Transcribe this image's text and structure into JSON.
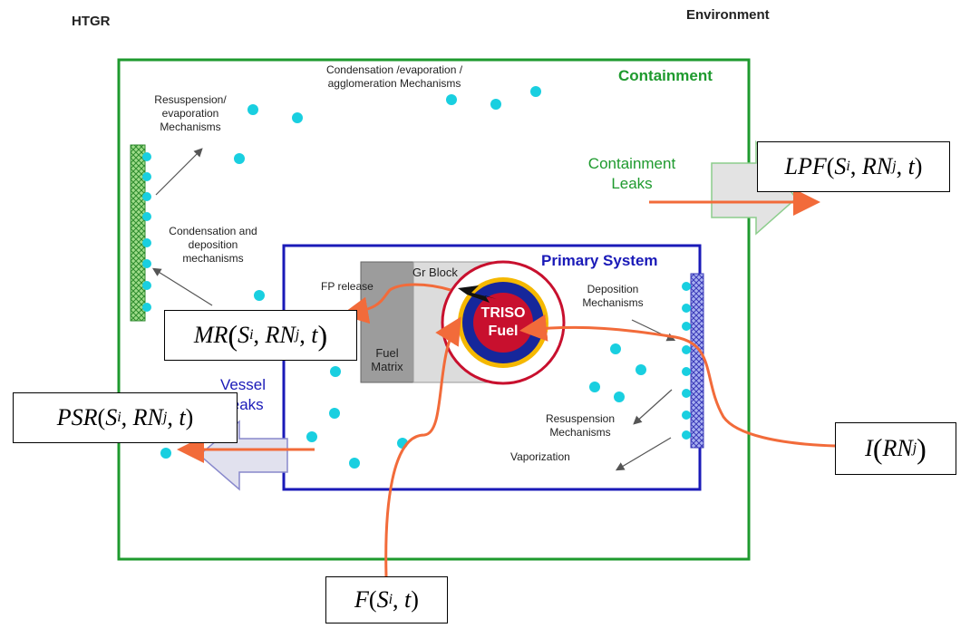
{
  "header": {
    "left": "HTGR",
    "right": "Environment"
  },
  "containment": {
    "title": "Containment",
    "leaks_line1": "Containment",
    "leaks_line2": "Leaks"
  },
  "mechanisms": {
    "condensation_top_line1": "Condensation /evaporation /",
    "condensation_top_line2": "agglomeration Mechanisms",
    "resuspension_left_line1": "Resuspension/",
    "resuspension_left_line2": "evaporation",
    "resuspension_left_line3": "Mechanisms",
    "condensation_dep_line1": "Condensation and",
    "condensation_dep_line2": "deposition",
    "condensation_dep_line3": "mechanisms",
    "deposition_line1": "Deposition",
    "deposition_line2": "Mechanisms",
    "resuspension_right_line1": "Resuspension",
    "resuspension_right_line2": "Mechanisms",
    "vaporization": "Vaporization"
  },
  "primary": {
    "title": "Primary System",
    "fp_release": "FP release",
    "gr_block": "Gr Block",
    "fuel_matrix_line1": "Fuel",
    "fuel_matrix_line2": "Matrix",
    "triso_line1": "TRISO",
    "triso_line2": "Fuel"
  },
  "vessel": {
    "line1": "Vessel",
    "line2": "Leaks"
  },
  "formulas": {
    "lpf": {
      "fn": "LPF",
      "s": "S",
      "s_sub": "i",
      "rn": "RN",
      "rn_sub": "j",
      "t": "t"
    },
    "mr": {
      "fn": "MR",
      "s": "S",
      "s_sub": "i",
      "rn": "RN",
      "rn_sub": "j",
      "t": "t"
    },
    "psr": {
      "fn": "PSR",
      "s": "S",
      "s_sub": "i",
      "rn": "RN",
      "rn_sub": "j",
      "t": "t"
    },
    "i": {
      "fn": "I",
      "rn": "RN",
      "rn_sub": "j"
    },
    "f": {
      "fn": "F",
      "s": "S",
      "s_sub": "i",
      "t": "t"
    }
  },
  "colors": {
    "containment_green": "#1e9a2e",
    "primary_blue": "#1a1ab8",
    "particle_cyan": "#19cfe0",
    "flow_orange": "#f26b3a",
    "triso_red": "#c8102e",
    "triso_navy": "#16279b",
    "triso_gold": "#f5b800"
  }
}
